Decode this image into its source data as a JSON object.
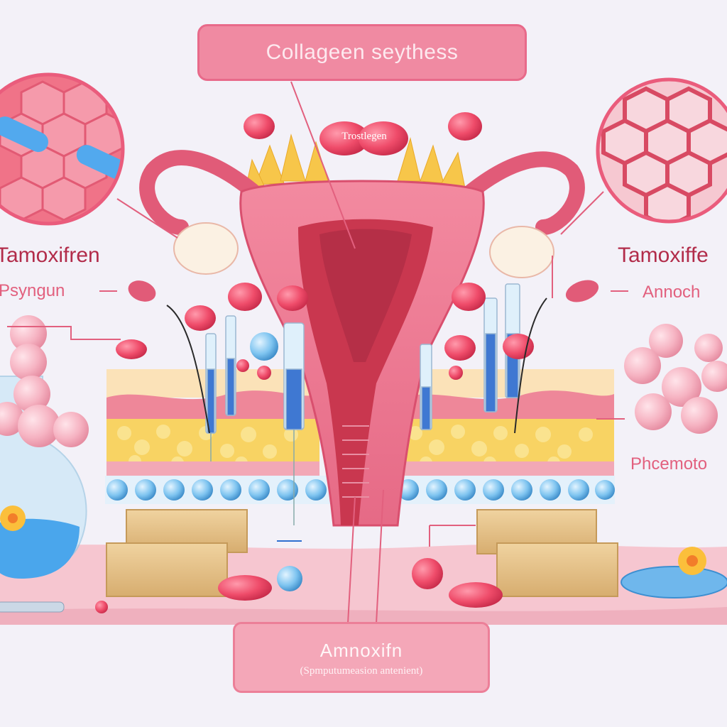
{
  "labels": {
    "top_box": "Collageen seythess",
    "center_tag": "Trostlegen",
    "left_main": "Tamoxifren",
    "left_sub": "Psyngun",
    "right_main": "Tamoxiffe",
    "right_sub": "Annoch",
    "right_lower": "Phcemoto",
    "bottom_title": "Amnoxifn",
    "bottom_sub": "(Spmputumeasion antenient)"
  },
  "colors": {
    "background": "#f3f1f8",
    "accent_pink": "#f08aa2",
    "uterus_pink": "#ef7d93",
    "uterus_dark": "#c9374f",
    "fat_yellow": "#f6d775",
    "water_blue": "#6bb5ea",
    "wood": "#e6c38a"
  }
}
